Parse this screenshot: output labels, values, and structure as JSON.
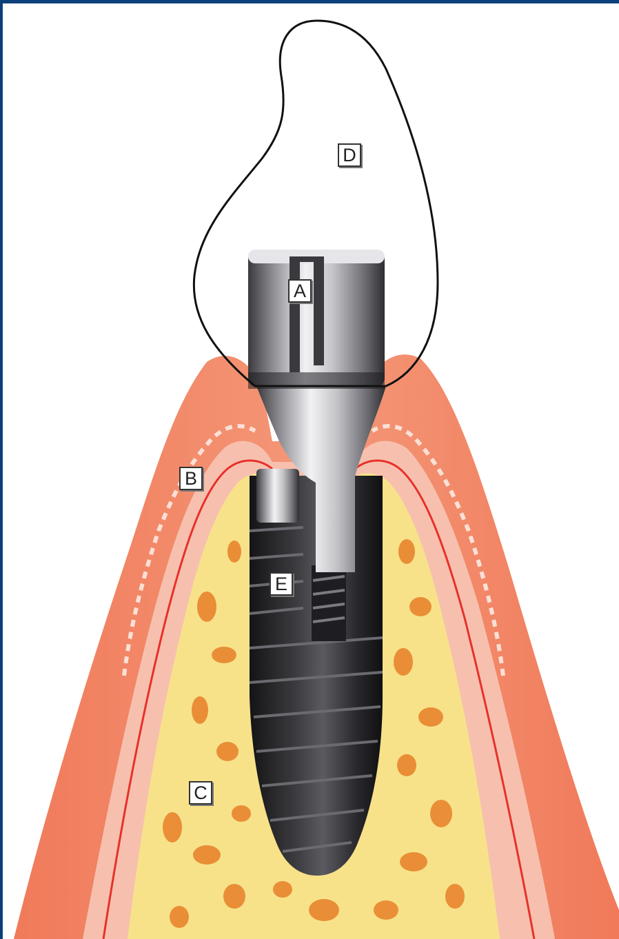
{
  "labels": {
    "a": "A",
    "b": "B",
    "c": "C",
    "d": "D",
    "e": "E"
  },
  "colors": {
    "frame": "#0d3f7a",
    "gingiva_outer": "#f08c6e",
    "gingiva_inner": "#f7b8a4",
    "gingiva_line": "#e8302a",
    "bone": "#f7e28a",
    "bone_pores": "#e8862e",
    "implant": "#2e2e30",
    "abutment": "#b8b8bc",
    "crown_outline": "#111111"
  },
  "icons": [
    "dental-implant-illustration"
  ]
}
